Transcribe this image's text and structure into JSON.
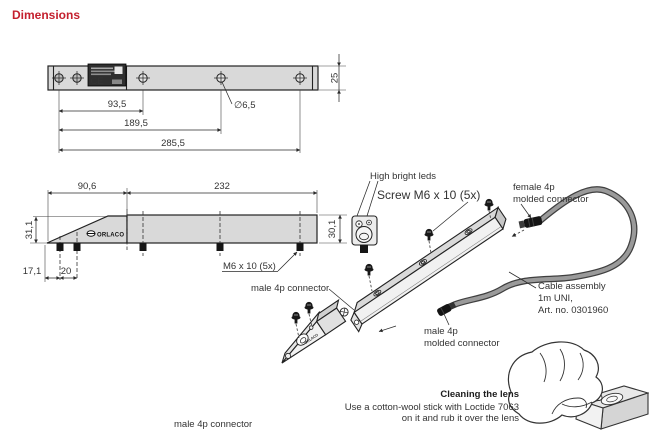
{
  "page": {
    "title": "Dimensions"
  },
  "colors": {
    "accent": "#c4202e",
    "part_fill": "#d9d9d9",
    "line": "#2a2a2a",
    "cable": "#9a9a9a"
  },
  "logo": {
    "text": "ORLACO"
  },
  "top_view": {
    "dim_hole1": "93,5",
    "dim_hole2": "189,5",
    "dim_total": "285,5",
    "dim_width": "25",
    "dim_hole_dia": "∅6,5"
  },
  "side_view": {
    "dim_head": "90,6",
    "dim_body": "232",
    "dim_height_left": "31,1",
    "dim_height_right": "30,1",
    "dim_tip": "17,1",
    "dim_studs": "20",
    "screw_note": "M6 x 10 (5x)"
  },
  "assembly": {
    "leds_label": "High bright leds",
    "screw_label": "Screw M6 x 10 (5x)",
    "female_line1": "female 4p",
    "female_line2": "molded connector",
    "male_joint_label": "male 4p connector",
    "cable_line1": "Cable assembly",
    "cable_line2": "1m UNI,",
    "cable_line3": "Art. no. 0301960",
    "male_molded_line1": "male 4p",
    "male_molded_line2": "molded connector"
  },
  "cleaning": {
    "title": "Cleaning the lens",
    "line1": "Use a cotton-wool stick with Loctide 7063",
    "line2": "on it and rub it over the lens"
  },
  "footer": {
    "male_connector_label": "male 4p connector"
  }
}
